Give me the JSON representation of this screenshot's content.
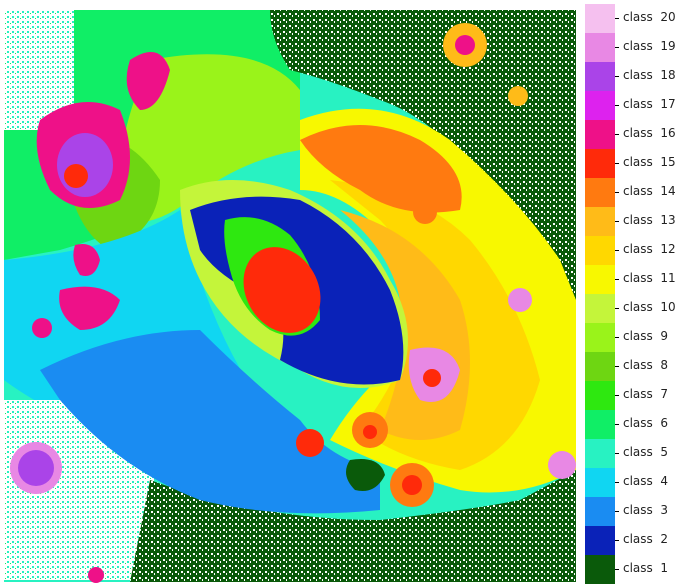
{
  "legend": {
    "items": [
      {
        "label": "class  20",
        "color": "#f5c0ef"
      },
      {
        "label": "class  19",
        "color": "#e888e4"
      },
      {
        "label": "class  18",
        "color": "#aa44e8"
      },
      {
        "label": "class  17",
        "color": "#dd22ee"
      },
      {
        "label": "class  16",
        "color": "#ee1188"
      },
      {
        "label": "class  15",
        "color": "#ff2a0a"
      },
      {
        "label": "class  14",
        "color": "#ff7a10"
      },
      {
        "label": "class  13",
        "color": "#ffbb18"
      },
      {
        "label": "class  12",
        "color": "#ffd800"
      },
      {
        "label": "class  11",
        "color": "#f8f800"
      },
      {
        "label": "class  10",
        "color": "#c4f53a"
      },
      {
        "label": "class  9",
        "color": "#9af31a"
      },
      {
        "label": "class  8",
        "color": "#6ed612"
      },
      {
        "label": "class  7",
        "color": "#2ee810"
      },
      {
        "label": "class  6",
        "color": "#10ee66"
      },
      {
        "label": "class  5",
        "color": "#28f2c2"
      },
      {
        "label": "class  4",
        "color": "#10d6f2"
      },
      {
        "label": "class  3",
        "color": "#1a8cf2"
      },
      {
        "label": "class  2",
        "color": "#0a22b8"
      },
      {
        "label": "class  1",
        "color": "#0a5a0a"
      }
    ]
  }
}
